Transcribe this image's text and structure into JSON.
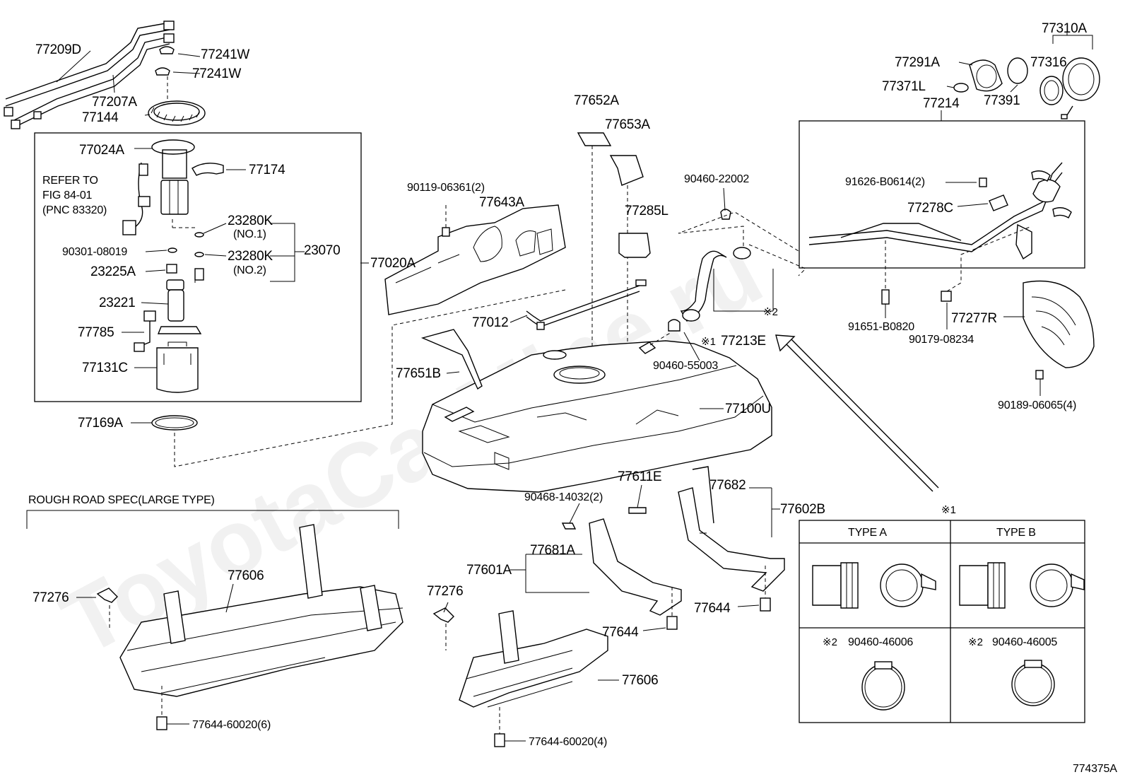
{
  "watermark": "ToyotaCarMine.ru",
  "diagram_id": "774375A",
  "section_title": "ROUGH ROAD SPEC(LARGE TYPE)",
  "type_a": "TYPE  A",
  "type_b": "TYPE  B",
  "note_marks": {
    "m1": "※1",
    "m2": "※2"
  },
  "refer": {
    "l1": "REFER TO",
    "l2": "FIG 84-01",
    "l3": "(PNC 83320)"
  },
  "parts": {
    "p77209D": "77209D",
    "p77241W_a": "77241W",
    "p77241W_b": "77241W",
    "p77207A": "77207A",
    "p77144": "77144",
    "p77024A": "77024A",
    "p77174": "77174",
    "p23280K_1": "23280K",
    "no1": "(NO.1)",
    "p23280K_2": "23280K",
    "no2": "(NO.2)",
    "p23070": "23070",
    "p90301": "90301-08019",
    "p23225A": "23225A",
    "p23221": "23221",
    "p77785": "77785",
    "p77131C": "77131C",
    "p77020A": "77020A",
    "p77169A": "77169A",
    "p90119": "90119-06361(2)",
    "p77643A": "77643A",
    "p77652A": "77652A",
    "p77653A": "77653A",
    "p77285L": "77285L",
    "p77012": "77012",
    "p77651B": "77651B",
    "p77100U": "77100U",
    "p90460_22002": "90460-22002",
    "p77213E": "77213E",
    "p90460_55003": "90460-55003",
    "p77310A": "77310A",
    "p77291A": "77291A",
    "p77316": "77316",
    "p77371L": "77371L",
    "p77391": "77391",
    "p77214": "77214",
    "p91626": "91626-B0614(2)",
    "p77278C": "77278C",
    "p91651": "91651-B0820",
    "p90179": "90179-08234",
    "p77277R": "77277R",
    "p90189": "90189-06065(4)",
    "p77611E": "77611E",
    "p90468": "90468-14032(2)",
    "p77682": "77682",
    "p77602B": "77602B",
    "p77681A": "77681A",
    "p77601A": "77601A",
    "p77644_a": "77644",
    "p77644_b": "77644",
    "p77276_a": "77276",
    "p77276_b": "77276",
    "p77606_a": "77606",
    "p77606_b": "77606",
    "p77644_60020_6": "77644-60020(6)",
    "p77644_60020_4": "77644-60020(4)",
    "p90460_46006": "90460-46006",
    "p90460_46005": "90460-46005"
  }
}
